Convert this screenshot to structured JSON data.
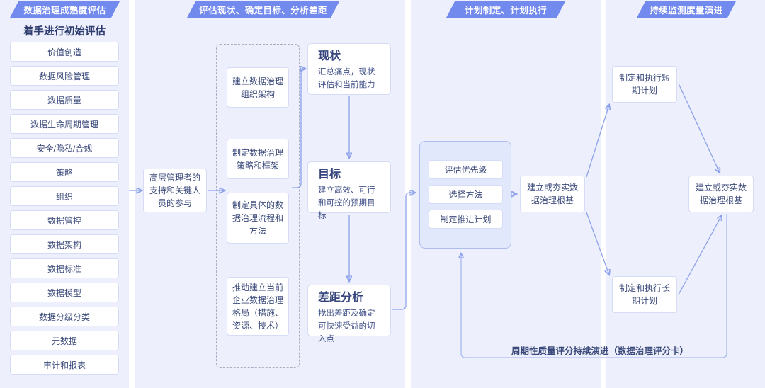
{
  "colors": {
    "lane_bg": "#edf0fc",
    "ribbon": "#7289ee",
    "card_border": "#d6dcf5",
    "text": "#3b4a7a",
    "heading": "#36457e",
    "edge": "#8da2ea",
    "group_fill": "#e2e8fb"
  },
  "lanes": [
    {
      "ribbon": "数据治理成熟度评估"
    },
    {
      "ribbon": "评估现状、确定目标、分析差距"
    },
    {
      "ribbon": "计划制定、计划执行"
    },
    {
      "ribbon": "持续监测度量演进"
    }
  ],
  "column1": {
    "title": "着手进行初始评估",
    "items": [
      "价值创造",
      "数据风险管理",
      "数据质量",
      "数据生命周期管理",
      "安全/隐私/合规",
      "策略",
      "组织",
      "数据管控",
      "数据架构",
      "数据标准",
      "数据模型",
      "数据分级分类",
      "元数据",
      "审计和报表"
    ]
  },
  "column2": {
    "sponsor": "高层管理者的支持和关键人员的参与",
    "dashed_items": [
      "建立数据治理组织架构",
      "制定数据治理策略和框架",
      "制定具体的数据治理流程和方法",
      "推动建立当前企业数据治理格局（措施、资源、技术）"
    ],
    "stages": [
      {
        "heading": "现状",
        "body": "汇总痛点，现状评估和当前能力"
      },
      {
        "heading": "目标",
        "body": "建立高效、可行和可控的预期目标"
      },
      {
        "heading": "差距分析",
        "body": "找出差距及确定可快速受益的切入点"
      }
    ]
  },
  "column3": {
    "plan_steps": [
      "评估优先级",
      "选择方法",
      "制定推进计划"
    ],
    "foundation": "建立或夯实数据治理根基"
  },
  "column4": {
    "short_term": "制定和执行短期计划",
    "long_term": "制定和执行长期计划",
    "foundation": "建立或夯实数据治理根基"
  },
  "loop": {
    "label": "周期性质量评分持续演进（数据治理评分卡）"
  }
}
